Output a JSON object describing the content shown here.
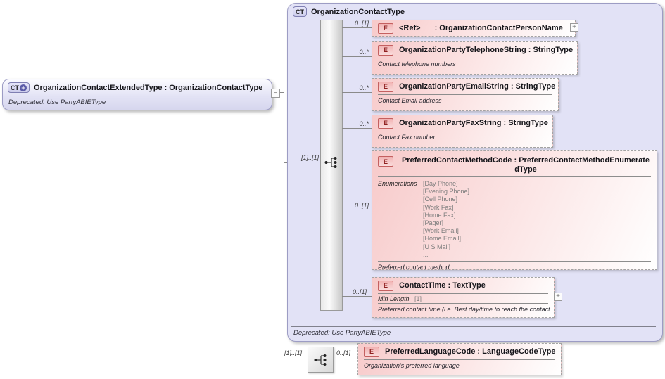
{
  "icons": {
    "collapse": "−",
    "expand": "+",
    "badge_plus": "+"
  },
  "left_box": {
    "badge": "CT",
    "title": "OrganizationContactExtendedType : OrganizationContactType",
    "note": "Deprecated: Use PartyABIEType"
  },
  "main_box": {
    "badge": "CT",
    "title": "OrganizationContactType",
    "note": "Deprecated: Use PartyABIEType",
    "compositor_cardinality": "[1]..[1]"
  },
  "elements": [
    {
      "badge": "E",
      "name": "<Ref>",
      "type_suffix": ": OrganizationContactPersonName",
      "cardinality": "0..[1]"
    },
    {
      "badge": "E",
      "title": "OrganizationPartyTelephoneString : StringType",
      "cardinality": "0..*",
      "annotation": "Contact telephone numbers"
    },
    {
      "badge": "E",
      "title": "OrganizationPartyEmailString : StringType",
      "cardinality": "0..*",
      "annotation": "Contact Email address"
    },
    {
      "badge": "E",
      "title": "OrganizationPartyFaxString : StringType",
      "cardinality": "0..*",
      "annotation": "Contact Fax number"
    },
    {
      "badge": "E",
      "title_line1": "PreferredContactMethodCode : PreferredContactMethodEnumerate",
      "title_line2": "dType",
      "cardinality": "0..[1]",
      "facet_label": "Enumerations",
      "enumerations": [
        "[Day Phone]",
        "[Evening Phone]",
        "[Cell Phone]",
        "[Work Fax]",
        "[Home Fax]",
        "[Pager]",
        "[Work Email]",
        "[Home Email]",
        "[U S Mail]",
        "..."
      ],
      "annotation": "Preferred contact method"
    },
    {
      "badge": "E",
      "title": "ContactTime : TextType",
      "cardinality": "0..[1]",
      "facet_label": "Min Length",
      "facet_value": "[1]",
      "annotation": "Preferred contact time (i.e. Best day/time to reach the contact."
    }
  ],
  "extension": {
    "compositor_cardinality": "[1]..[1]",
    "element": {
      "badge": "E",
      "title": "PreferredLanguageCode : LanguageCodeType",
      "cardinality": "0..[1]",
      "annotation": "Organization's preferred language"
    }
  }
}
